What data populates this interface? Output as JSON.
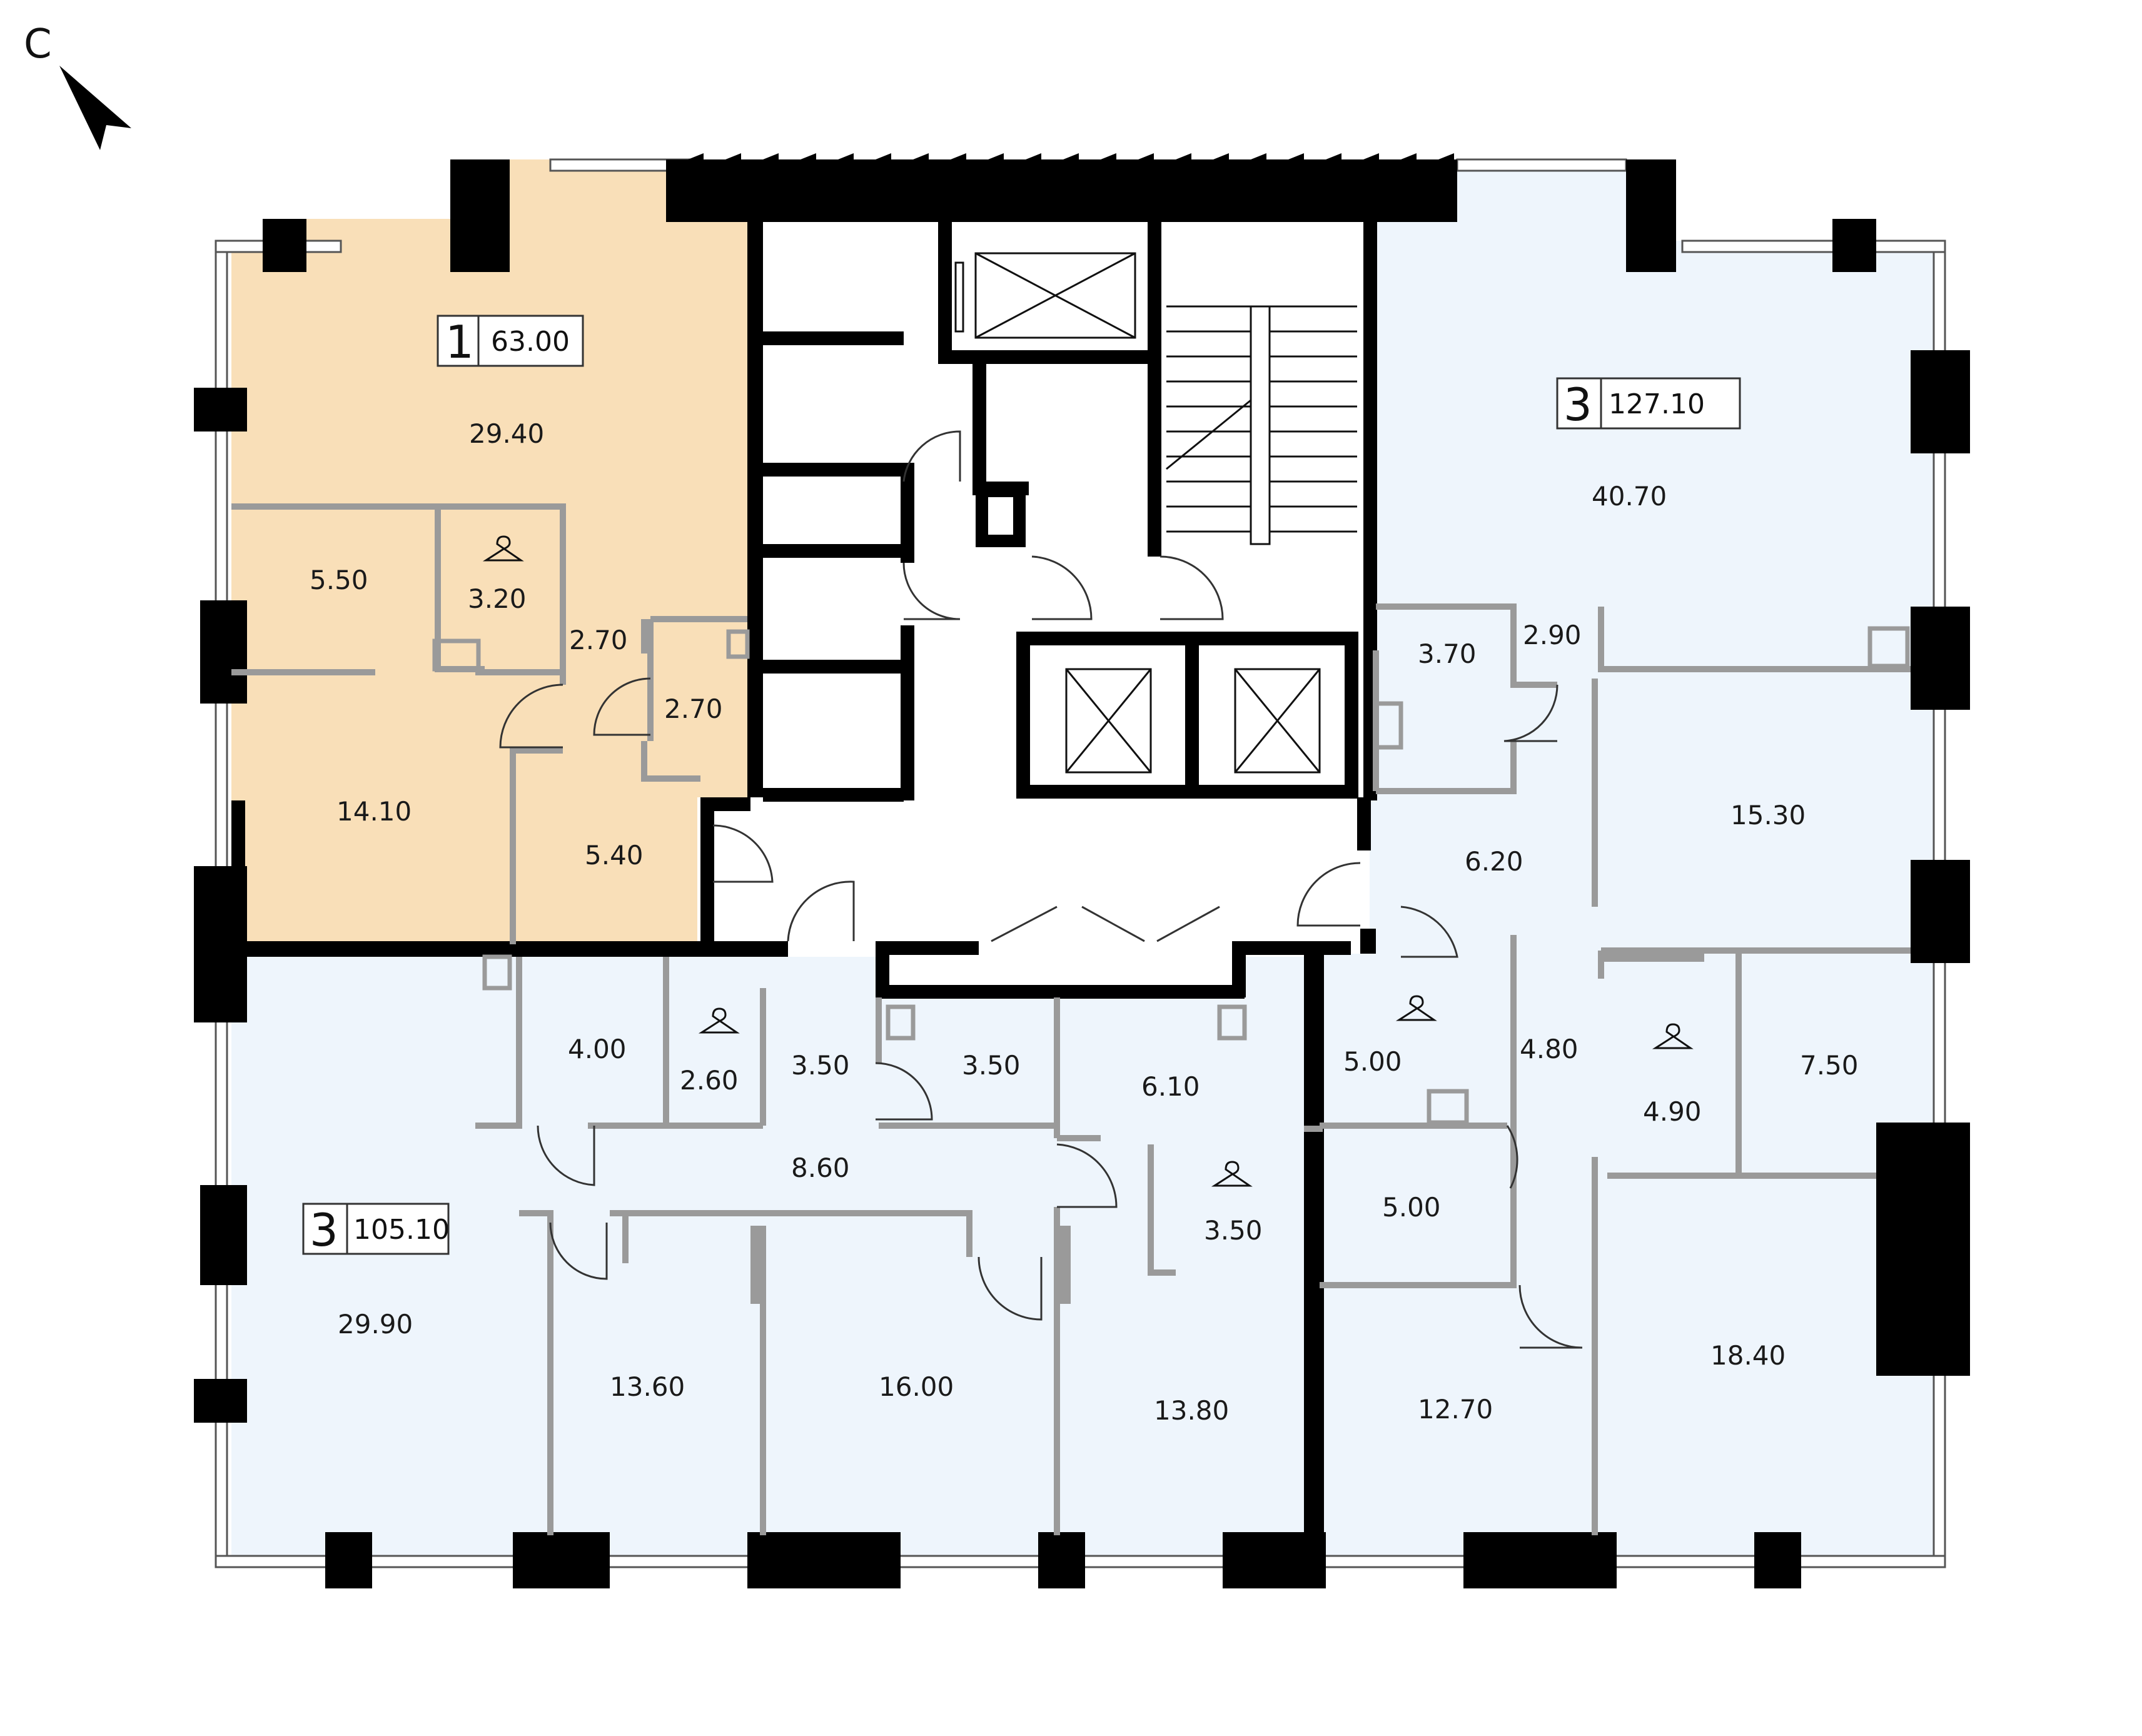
{
  "compass": {
    "label": "С",
    "icon": "north-arrow-icon"
  },
  "colors": {
    "unit1_fill": "#f9dfb8",
    "unit3_fill": "#eef5fc",
    "wall": "#000000",
    "partition": "#9a9a9a"
  },
  "apartments": [
    {
      "id": "apt-1",
      "rooms": "1",
      "total": "63.00"
    },
    {
      "id": "apt-3-right",
      "rooms": "3",
      "total": "127.10"
    },
    {
      "id": "apt-3-bottom",
      "rooms": "3",
      "total": "105.10"
    }
  ],
  "rooms": {
    "a1_living": "29.40",
    "a1_bath": "5.50",
    "a1_closet": "3.20",
    "a1_hall": "2.70",
    "a1_wc": "2.70",
    "a1_kitchen": "14.10",
    "a1_entry": "5.40",
    "r_living": "40.70",
    "r_wc": "3.70",
    "r_hall1": "2.90",
    "r_bed1": "15.30",
    "r_entry": "6.20",
    "r_closet1": "5.00",
    "r_corridor": "4.80",
    "r_closet2": "4.90",
    "r_bath": "7.50",
    "r_bath2": "5.00",
    "r_bed2": "12.70",
    "r_bed3": "18.40",
    "b_bath1": "4.00",
    "b_closet1": "2.60",
    "b_wc": "3.50",
    "b_hall": "3.50",
    "b_bath2": "6.10",
    "b_corridor": "8.60",
    "b_closet2": "3.50",
    "b_living": "29.90",
    "b_bed1": "13.60",
    "b_bed2": "16.00",
    "b_bed3": "13.80"
  }
}
